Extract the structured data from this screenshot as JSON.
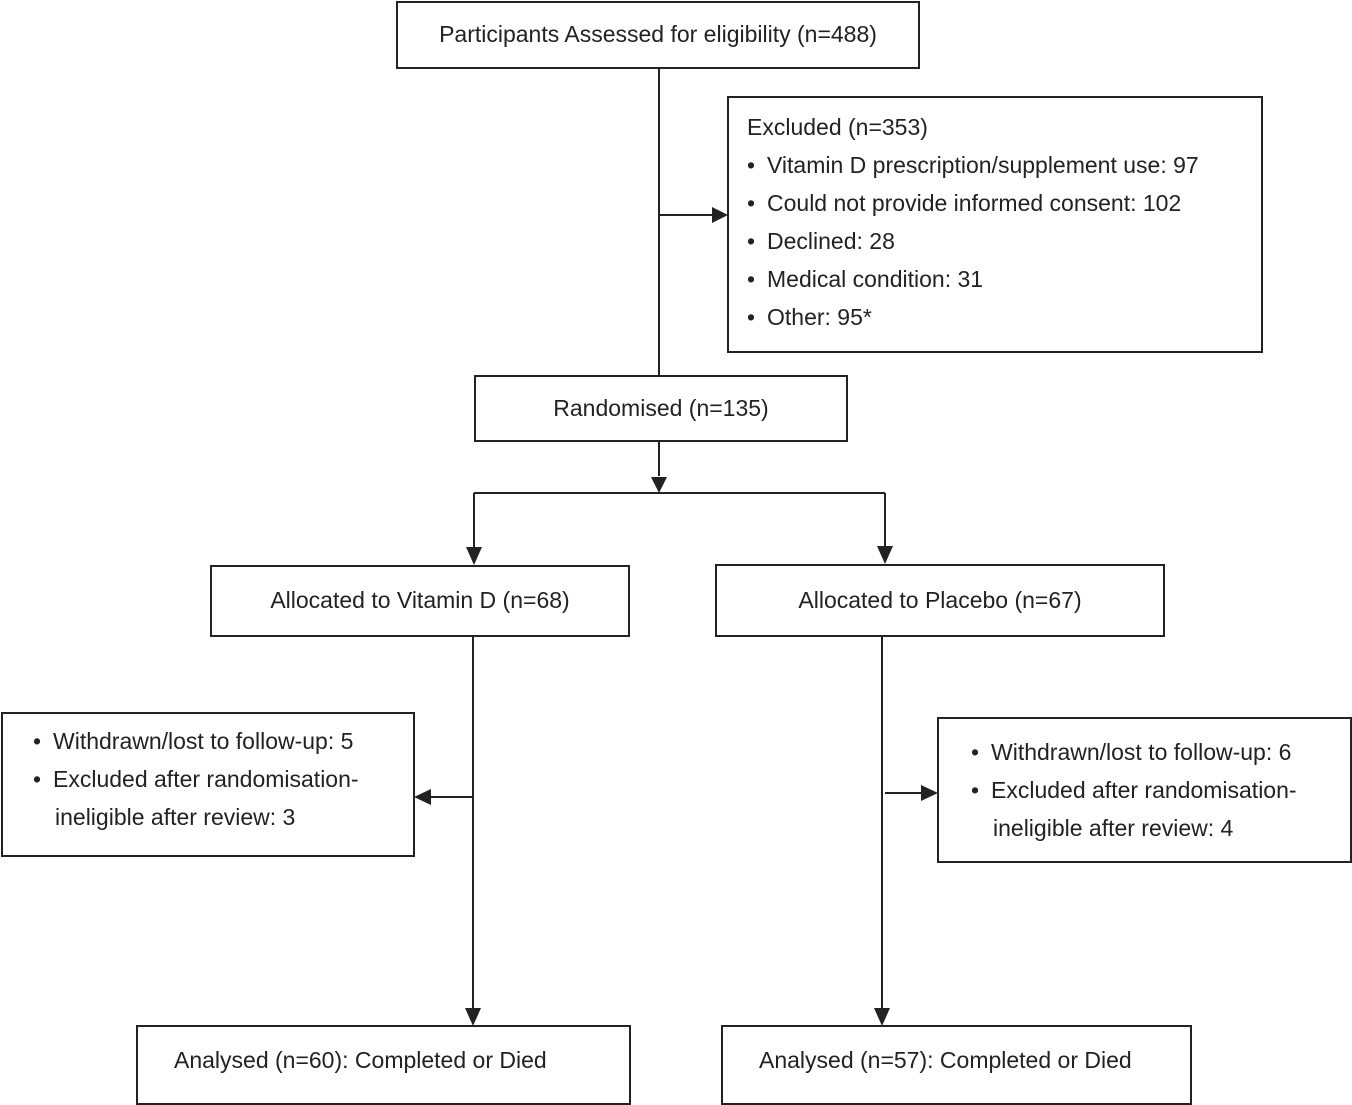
{
  "assessed": "Participants Assessed for eligibility (n=488)",
  "excluded": {
    "title": "Excluded (n=353)",
    "items": [
      "Vitamin D prescription/supplement use: 97",
      "Could not provide informed consent: 102",
      "Declined: 28",
      "Medical condition: 31",
      "Other: 95*"
    ]
  },
  "randomised": "Randomised (n=135)",
  "allocated_vitd": "Allocated to Vitamin D (n=68)",
  "allocated_placebo": "Allocated to Placebo (n=67)",
  "vitd_losses": [
    "Withdrawn/lost to follow-up: 5",
    "Excluded after randomisation-",
    "ineligible after review: 3"
  ],
  "placebo_losses": [
    "Withdrawn/lost to follow-up: 6",
    "Excluded after randomisation-",
    "ineligible after review: 4"
  ],
  "analysed_vitd": "Analysed (n=60): Completed or Died",
  "analysed_placebo": "Analysed (n=57): Completed or Died",
  "colors": {
    "line": "#222222",
    "background": "#ffffff"
  }
}
